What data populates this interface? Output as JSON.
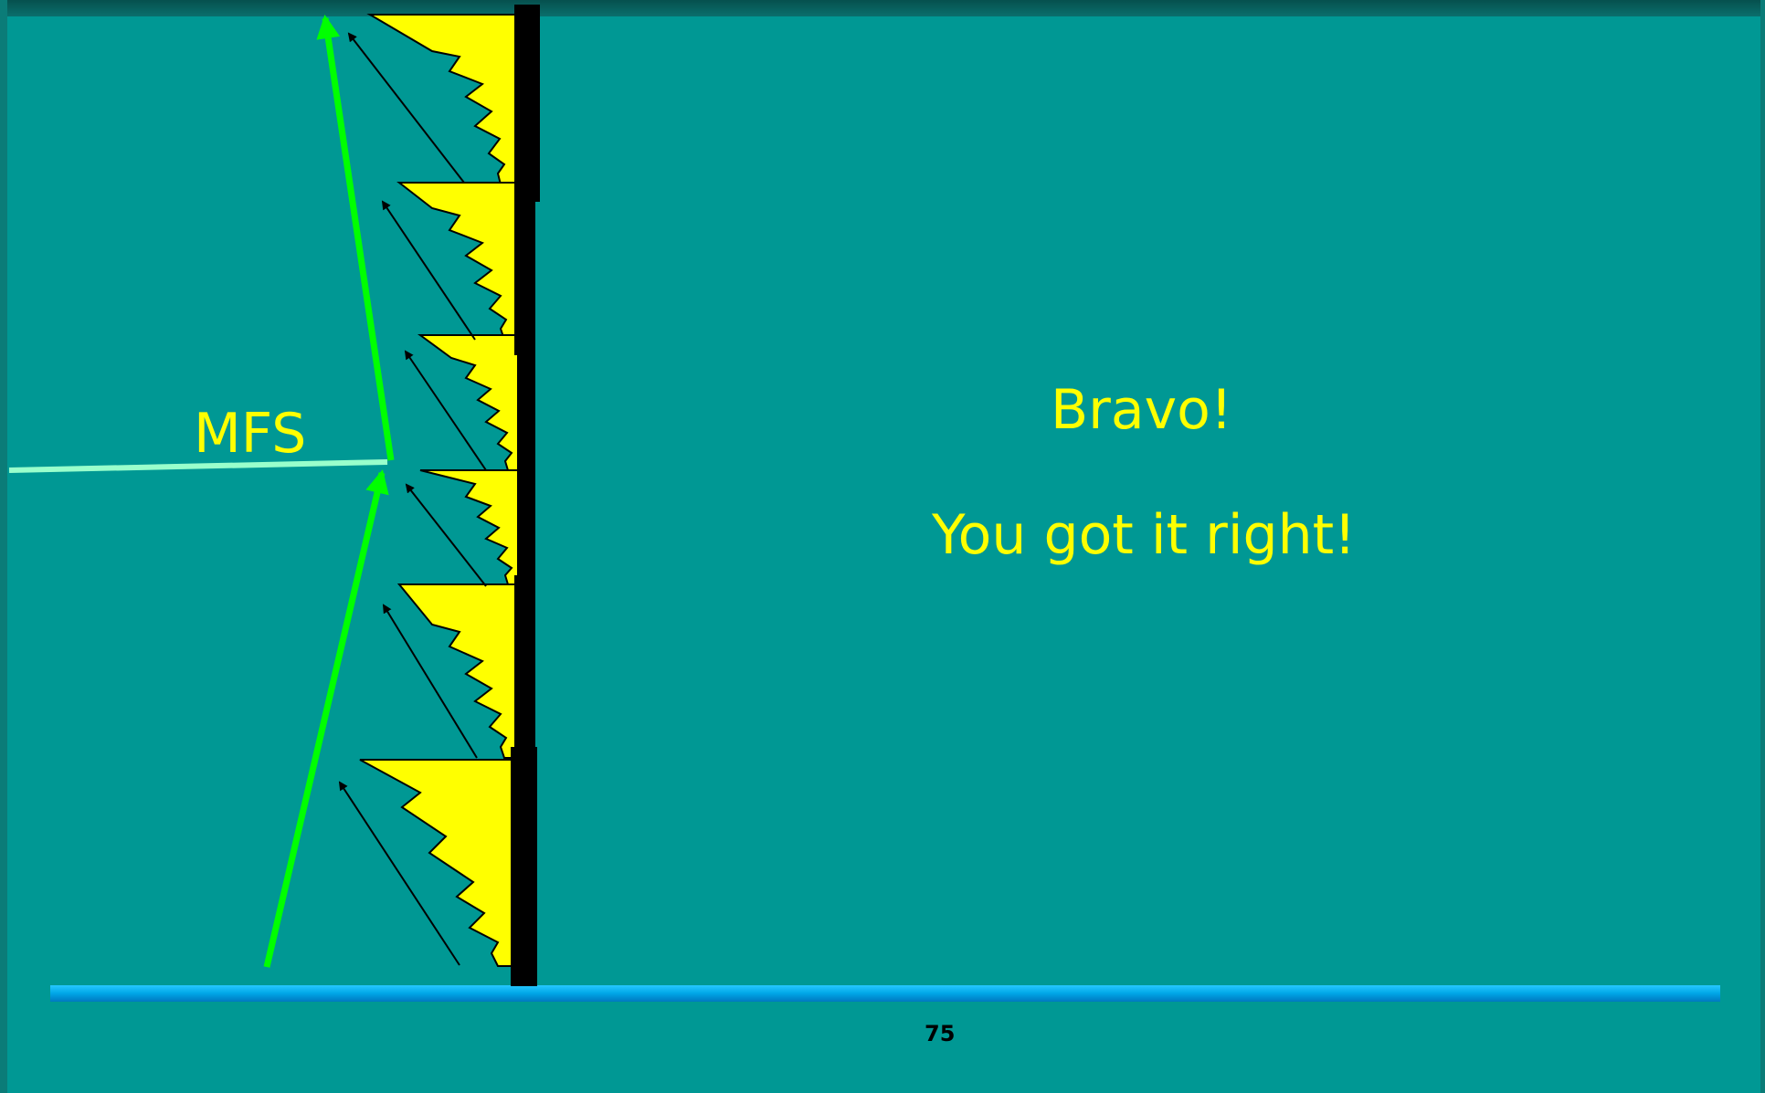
{
  "diagram": {
    "mfs_label": "MFS",
    "message_line_1": "Bravo!",
    "message_line_2": "You got it right!",
    "page_number": "75",
    "colors": {
      "background": "#009894",
      "block_fill": "#ffff00",
      "wall": "#000000",
      "arrow_green": "#00ff00",
      "mfs_line": "#99ffcc",
      "text": "#ffff00",
      "baseline": "#00b4f0"
    },
    "arrow_count_black": 6,
    "block_count": 6
  }
}
